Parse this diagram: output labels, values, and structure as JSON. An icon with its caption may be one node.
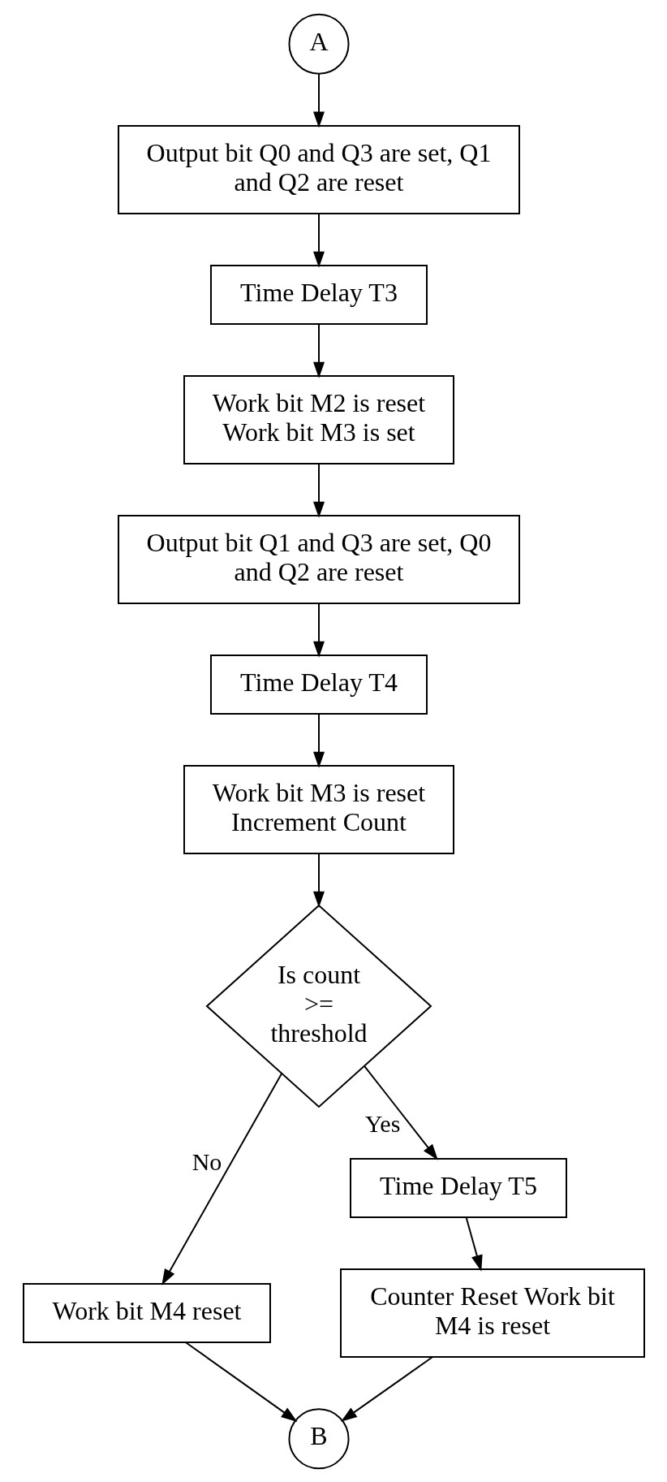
{
  "diagram": {
    "nodes": [
      {
        "text": [
          "A"
        ]
      },
      {
        "text": [
          "Output bit Q0 and Q3 are set, Q1 and Q2 are reset"
        ]
      },
      {
        "text": [
          "Time Delay T3"
        ]
      },
      {
        "text": [
          "Work bit M2 is reset Work bit M3 is set"
        ]
      },
      {
        "text": [
          "Output bit Q1 and Q3 are set, Q0 and Q2 are reset"
        ]
      },
      {
        "text": [
          "Time Delay T4"
        ]
      },
      {
        "text": [
          "Work bit M3 is reset Increment Count"
        ]
      },
      {
        "text": [
          "Is count >= threshold"
        ]
      },
      {
        "text": [
          "Work bit M4 reset"
        ]
      },
      {
        "text": [
          "Time Delay T5"
        ]
      },
      {
        "text": [
          "Counter Reset Work bit M4 is reset"
        ]
      },
      {
        "text": [
          "B"
        ]
      }
    ],
    "edges": [
      {
        "from": 0,
        "to": 1,
        "arrow": "to"
      },
      {
        "from": 1,
        "to": 2,
        "arrow": "to"
      },
      {
        "from": 2,
        "to": 3,
        "arrow": "to"
      },
      {
        "from": 3,
        "to": 4,
        "arrow": "to"
      },
      {
        "from": 4,
        "to": 5,
        "arrow": "to"
      },
      {
        "from": 5,
        "to": 6,
        "arrow": "to"
      },
      {
        "from": 6,
        "to": 7,
        "arrow": "to"
      },
      {
        "from": 7,
        "to": 8,
        "arrow": "to",
        "label": "No"
      },
      {
        "from": 7,
        "to": 9,
        "arrow": "to",
        "label": "Yes"
      },
      {
        "from": 9,
        "to": 10,
        "arrow": "to"
      },
      {
        "from": 10,
        "to": 11,
        "arrow": "to"
      },
      {
        "from": 8,
        "to": 11,
        "arrow": "to"
      }
    ]
  }
}
